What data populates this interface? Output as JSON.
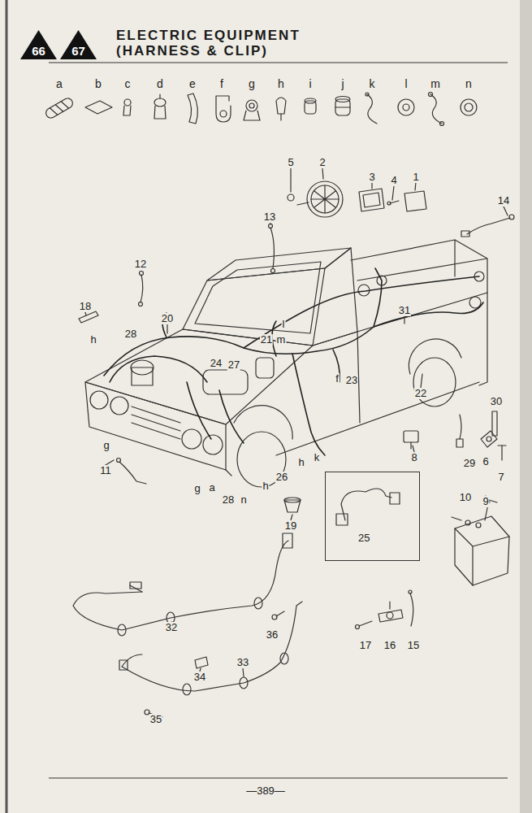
{
  "diagram": {
    "title": "ELECTRIC EQUIPMENT (HARNESS & CLIP)",
    "nodes": [
      {
        "text": [
          "66"
        ]
      },
      {
        "text": [
          "67"
        ]
      },
      {
        "text": [
          "25"
        ]
      }
    ],
    "labels": [
      "a",
      "b",
      "c",
      "d",
      "e",
      "f",
      "g",
      "h",
      "i",
      "j",
      "k",
      "l",
      "m",
      "n",
      "5",
      "2",
      "3",
      "4",
      "1",
      "14",
      "13",
      "12",
      "18",
      "20",
      "28",
      "h",
      "l",
      "21",
      "m",
      "24",
      "27",
      "f",
      "23",
      "31",
      "22",
      "30",
      "g",
      "11",
      "g",
      "a",
      "28",
      "n",
      "h",
      "26",
      "h",
      "k",
      "8",
      "29",
      "6",
      "7",
      "19",
      "10",
      "9",
      "32",
      "34",
      "33",
      "36",
      "35",
      "17",
      "16",
      "15",
      "—389—"
    ]
  }
}
